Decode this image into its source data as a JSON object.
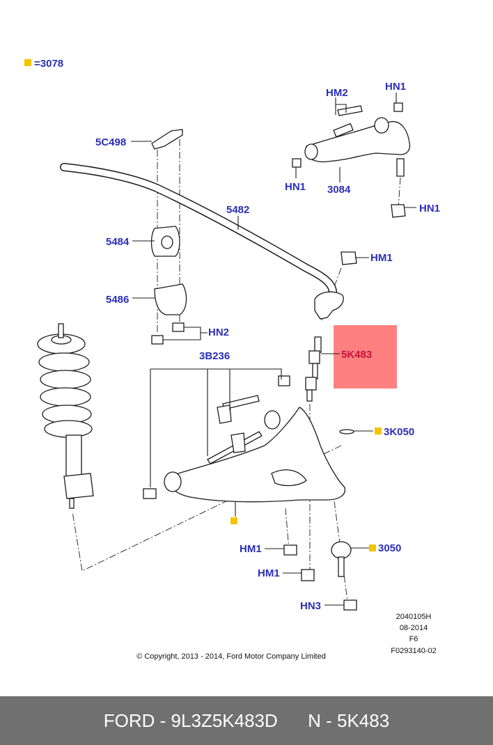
{
  "legend": {
    "symbol_color": "#f5c400",
    "text": "=3078"
  },
  "highlight": {
    "color": "#ff8080",
    "label": "5K483"
  },
  "labels": {
    "l_5c498": "5C498",
    "l_hm2": "HM2",
    "l_hn1_top": "HN1",
    "l_hn1_left": "HN1",
    "l_3084": "3084",
    "l_hn1_right": "HN1",
    "l_5482": "5482",
    "l_5484": "5484",
    "l_hm1_link": "HM1",
    "l_5486": "5486",
    "l_hn2": "HN2",
    "l_3b236": "3B236",
    "l_3k050": "3K050",
    "l_hm1_lower_a": "HM1",
    "l_3050": "3050",
    "l_hm1_lower_b": "HM1",
    "l_hn3": "HN3"
  },
  "meta": {
    "code1": "2040105H",
    "date": "08-2014",
    "code2": "F6",
    "code3": "F0293140-02",
    "copyright": "© Copyright, 2013 - 2014, Ford Motor Company Limited"
  },
  "footer": {
    "text": "FORD - 9L3Z5K483D      N - 5K483"
  }
}
